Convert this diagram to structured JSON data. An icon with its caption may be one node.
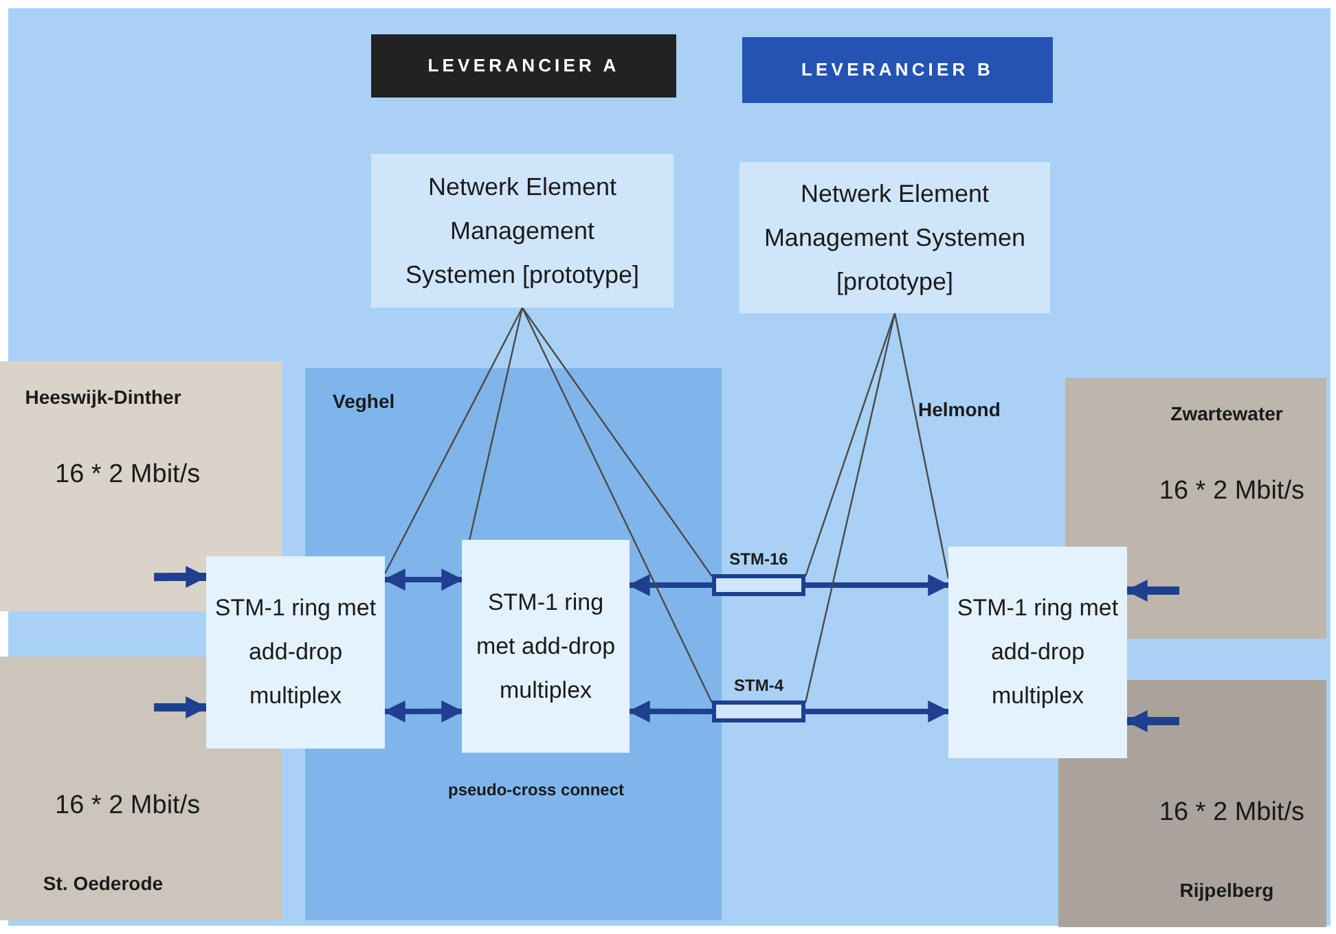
{
  "diagram": {
    "nodes": [
      {
        "text": [
          "LEVERANCIER A"
        ]
      },
      {
        "text": [
          "LEVERANCIER B"
        ]
      },
      {
        "text": [
          "Netwerk Element Management Systemen [prototype]"
        ]
      },
      {
        "text": [
          "Netwerk Element Management Systemen [prototype]"
        ]
      },
      {
        "text": [
          "Heeswijk-Dinther",
          "16 * 2 Mbit/s"
        ]
      },
      {
        "text": [
          "16 * 2 Mbit/s",
          "St. Oederode"
        ]
      },
      {
        "text": [
          "Veghel",
          "pseudo-cross connect"
        ]
      },
      {
        "text": [
          "STM-1 ring met add-drop multiplex"
        ]
      },
      {
        "text": [
          "STM-1 ring met add-drop multiplex"
        ],
        "in": 6
      },
      {
        "text": [
          "Zwartewater",
          "16 * 2 Mbit/s"
        ]
      },
      {
        "text": [
          "16 * 2 Mbit/s",
          "Rijpelberg"
        ]
      },
      {
        "text": [
          "STM-1 ring met add-drop multiplex"
        ]
      },
      {
        "text": [
          "STM-16"
        ]
      },
      {
        "text": [
          "STM-4"
        ]
      }
    ],
    "edges": [
      {
        "from": 4,
        "to": 7,
        "arrow": "to"
      },
      {
        "from": 5,
        "to": 7,
        "arrow": "to"
      },
      {
        "from": 7,
        "to": 8,
        "arrow": "both"
      },
      {
        "from": 7,
        "to": 8,
        "arrow": "both"
      },
      {
        "from": 12,
        "to": 8,
        "arrow": "to"
      },
      {
        "from": 12,
        "to": 11,
        "arrow": "to"
      },
      {
        "from": 13,
        "to": 8,
        "arrow": "to"
      },
      {
        "from": 13,
        "to": 11,
        "arrow": "to"
      },
      {
        "from": 9,
        "to": 11,
        "arrow": "to"
      },
      {
        "from": 10,
        "to": 11,
        "arrow": "to"
      },
      {
        "from": 2,
        "to": 7,
        "arrow": "none",
        "color": "#4a4a4a"
      },
      {
        "from": 2,
        "to": 8,
        "arrow": "none",
        "color": "#4a4a4a"
      },
      {
        "from": 2,
        "to": 12,
        "arrow": "none",
        "color": "#4a4a4a"
      },
      {
        "from": 2,
        "to": 13,
        "arrow": "none",
        "color": "#4a4a4a"
      },
      {
        "from": 3,
        "to": 12,
        "arrow": "none",
        "color": "#4a4a4a"
      },
      {
        "from": 3,
        "to": 13,
        "arrow": "none",
        "color": "#4a4a4a"
      },
      {
        "from": 3,
        "to": 11,
        "arrow": "none",
        "color": "#4a4a4a"
      }
    ],
    "labels": [
      "Helmond"
    ]
  }
}
